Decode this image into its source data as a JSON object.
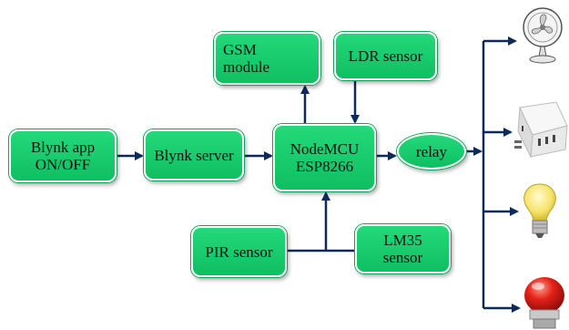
{
  "nodes": {
    "blynk_app": "Blynk app\nON/OFF",
    "blynk_server": "Blynk server",
    "nodemcu": "NodeMCU\nESP8266",
    "gsm": "GSM\nmodule",
    "ldr": "LDR sensor",
    "pir": "PIR sensor",
    "lm35": "LM35\nsensor",
    "relay": "relay"
  },
  "devices": [
    "fan-icon",
    "power-socket-icon",
    "light-bulb-icon",
    "alarm-light-icon"
  ],
  "colors": {
    "node_fill": "#17d070",
    "node_border": "#0aa556",
    "arrow": "#0e2a5c"
  }
}
